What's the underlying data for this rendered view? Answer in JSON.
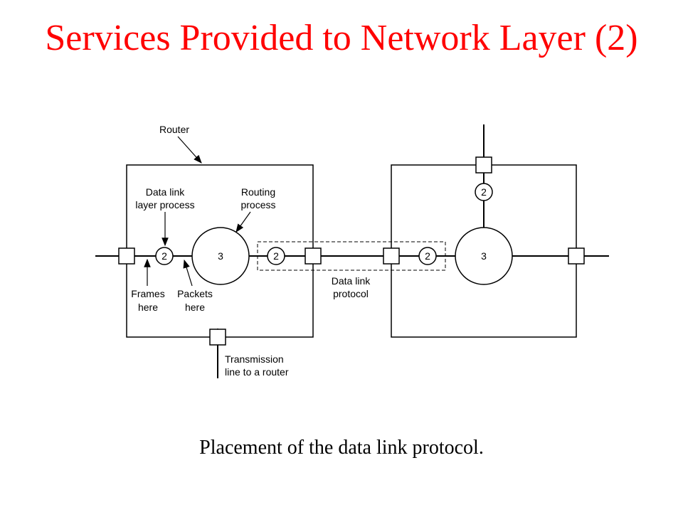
{
  "title": "Services Provided to Network Layer (2)",
  "caption": "Placement of the data link protocol.",
  "colors": {
    "title": "#ff0000",
    "lines": "#000000"
  },
  "diagram": {
    "router_label": "Router",
    "data_link_layer_process": [
      "Data link",
      "layer process"
    ],
    "routing_process": [
      "Routing",
      "process"
    ],
    "frames_here": [
      "Frames",
      "here"
    ],
    "packets_here": [
      "Packets",
      "here"
    ],
    "data_link_protocol": [
      "Data link",
      "protocol"
    ],
    "transmission_line": [
      "Transmission",
      "line to a router"
    ],
    "layer2": "2",
    "layer3": "3"
  }
}
